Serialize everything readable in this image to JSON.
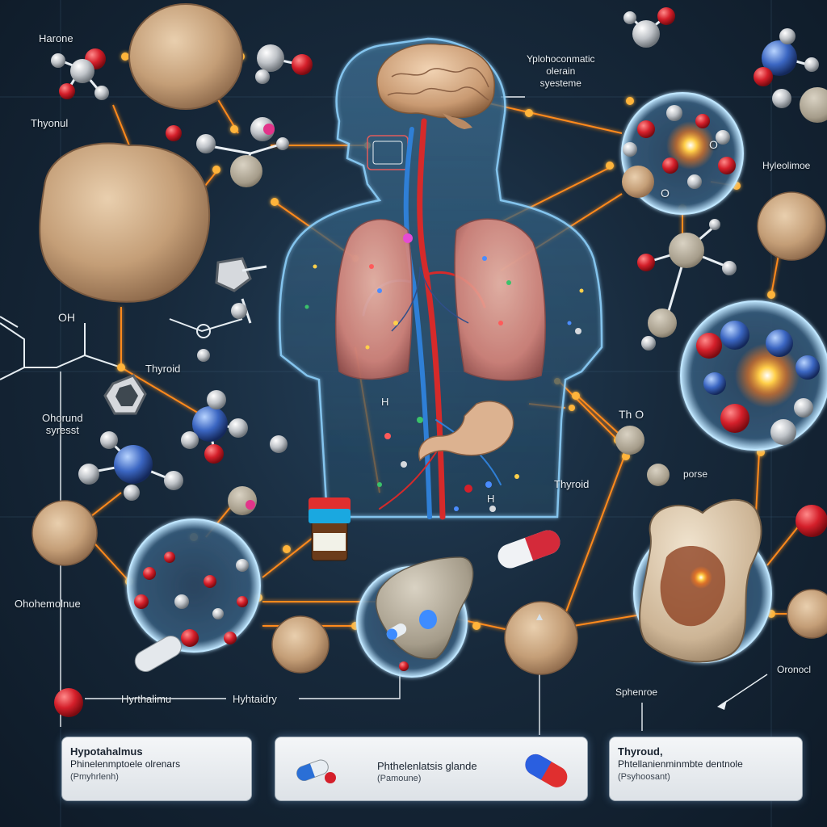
{
  "labels": {
    "top_left": "Harone",
    "upper_left": "Thyonul",
    "oh_formula": "OH",
    "thyroid_left": "Thyroid",
    "mid_left": "Ohorund\nsyresst",
    "lower_left": "Ohohemolnue",
    "top_center": "Yplohoconmatic\nolerain\nsyesteme",
    "right_top": "Hyleolimoe",
    "right_mid": "Th O",
    "right_mid2": "porse",
    "thyroid_center": "Thyroid",
    "bottom_left": "Hyrthalimu",
    "bottom_center": "Hyhtaidry",
    "bottom_right": "Sphenroe",
    "bottom_far_right": "Oronocl",
    "atom_o": "O",
    "atom_h": "H"
  },
  "panels": [
    {
      "title": "Hypotahalmus",
      "line2": "Phinelenmptoele olrenars",
      "line3": "(Pmyhrlenh)"
    },
    {
      "title": "Phthelenlatsis glande",
      "line2": "(Pamoune)"
    },
    {
      "title": "Thyroud,",
      "line2": "Phtellanienminmbte dentnole",
      "line3": "(Psyhoosant)"
    }
  ],
  "colors": {
    "background": "#17293b",
    "connector": "#ff8a1a",
    "node": "#ffb43a",
    "tissue": "#c8a27c",
    "glow": "#8fd3ff",
    "atom_red": "#d41f2a",
    "atom_grey": "#c9ccd0"
  }
}
